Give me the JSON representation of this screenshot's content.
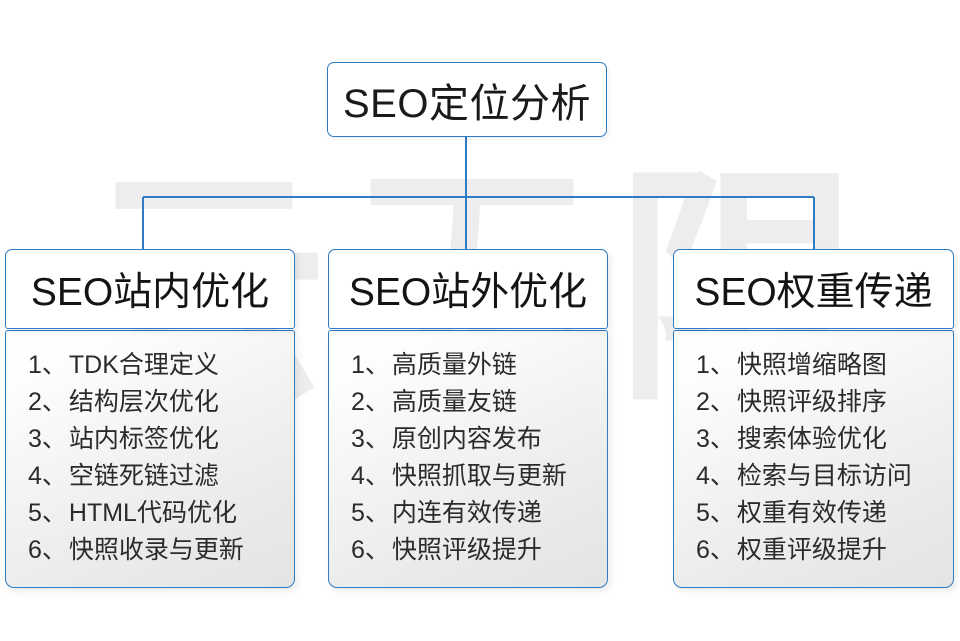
{
  "diagram": {
    "title": "SEO定位分析",
    "watermark_text": "云无限",
    "accent_color": "#2d7cc4",
    "columns": [
      {
        "heading": "SEO站内优化",
        "items": [
          {
            "num": "1、",
            "text": "TDK合理定义"
          },
          {
            "num": "2、",
            "text": "结构层次优化"
          },
          {
            "num": "3、",
            "text": "站内标签优化"
          },
          {
            "num": "4、",
            "text": "空链死链过滤"
          },
          {
            "num": "5、",
            "text": "HTML代码优化"
          },
          {
            "num": "6、",
            "text": "快照收录与更新"
          }
        ]
      },
      {
        "heading": "SEO站外优化",
        "items": [
          {
            "num": "1、",
            "text": "高质量外链"
          },
          {
            "num": "2、",
            "text": "高质量友链"
          },
          {
            "num": "3、",
            "text": "原创内容发布"
          },
          {
            "num": "4、",
            "text": "快照抓取与更新"
          },
          {
            "num": "5、",
            "text": "内连有效传递"
          },
          {
            "num": "6、",
            "text": "快照评级提升"
          }
        ]
      },
      {
        "heading": "SEO权重传递",
        "items": [
          {
            "num": "1、",
            "text": "快照增缩略图"
          },
          {
            "num": "2、",
            "text": "快照评级排序"
          },
          {
            "num": "3、",
            "text": "搜索体验优化"
          },
          {
            "num": "4、",
            "text": "检索与目标访问"
          },
          {
            "num": "5、",
            "text": "权重有效传递"
          },
          {
            "num": "6、",
            "text": "权重评级提升"
          }
        ]
      }
    ]
  }
}
